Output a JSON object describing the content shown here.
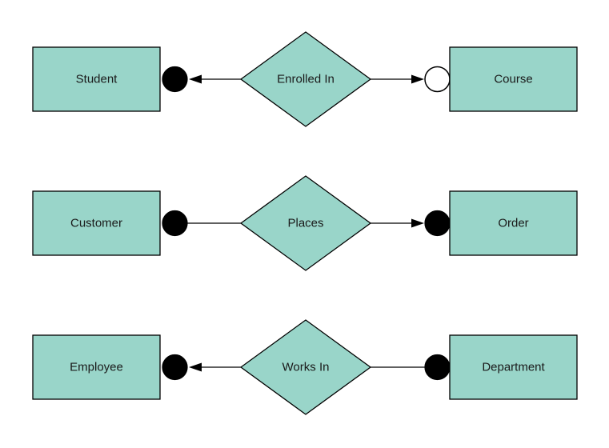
{
  "diagram": {
    "type": "entity-relationship-diagram",
    "background": "#ffffff",
    "colors": {
      "shape_fill": "#99d5c9",
      "shape_stroke": "#000000",
      "connector": "#000000",
      "text": "#1a1a1a",
      "open_circle_fill": "#ffffff"
    },
    "rows": [
      {
        "left_entity": "Student",
        "relationship": "Enrolled In",
        "right_entity": "Course",
        "left_terminator": "filled-circle",
        "left_arrowhead": "points-to-left-entity",
        "right_terminator": "open-circle",
        "right_arrowhead": "points-to-right-entity"
      },
      {
        "left_entity": "Customer",
        "relationship": "Places",
        "right_entity": "Order",
        "left_terminator": "filled-circle",
        "left_arrowhead": "none",
        "right_terminator": "filled-circle",
        "right_arrowhead": "points-to-right-entity"
      },
      {
        "left_entity": "Employee",
        "relationship": "Works In",
        "right_entity": "Department",
        "left_terminator": "filled-circle",
        "left_arrowhead": "points-to-left-entity",
        "right_terminator": "filled-circle",
        "right_arrowhead": "none"
      }
    ]
  }
}
